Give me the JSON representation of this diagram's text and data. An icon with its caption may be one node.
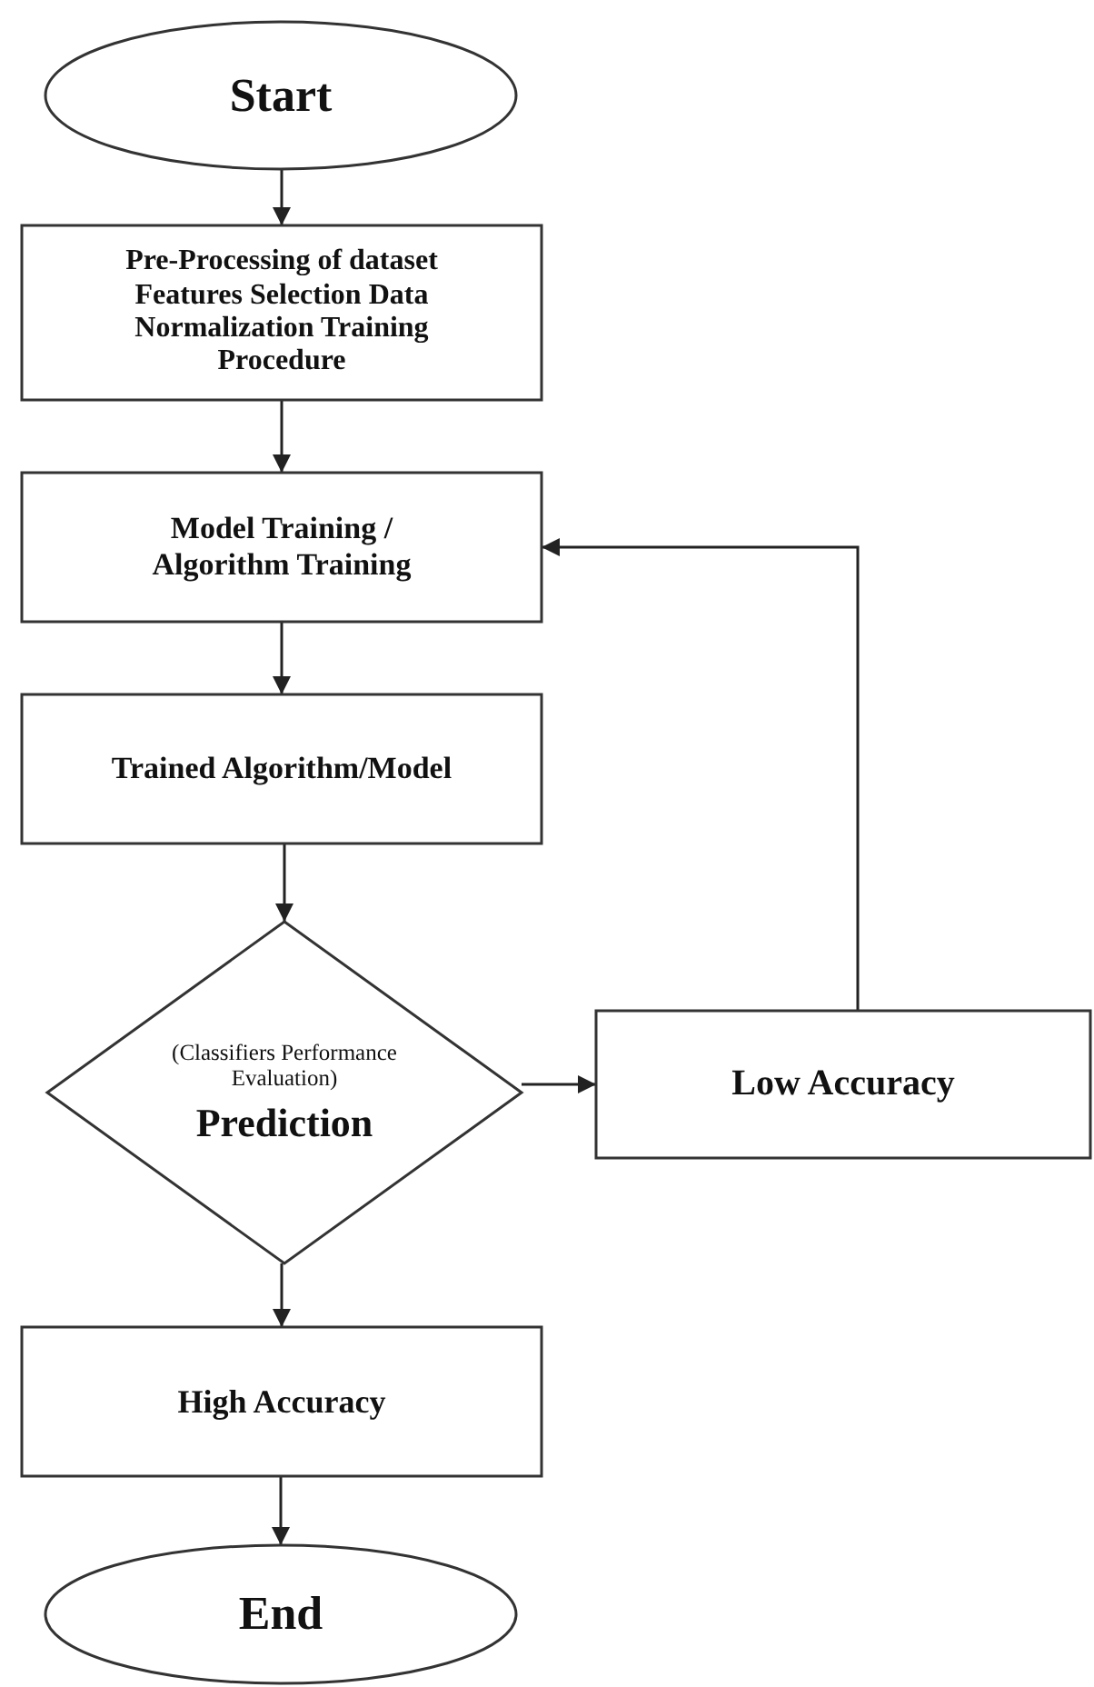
{
  "diagram": {
    "nodes": [
      {
        "text": [
          "Start"
        ]
      },
      {
        "text": [
          "Pre-Processing of dataset Features Selection Data Normalization Training Procedure"
        ]
      },
      {
        "text": [
          "Model Training / Algorithm Training"
        ]
      },
      {
        "text": [
          "Trained Algorithm/Model"
        ]
      },
      {
        "text": [
          "(Classifiers Performance Evaluation)",
          "Prediction"
        ]
      },
      {
        "text": [
          "Low Accuracy"
        ]
      },
      {
        "text": [
          "High Accuracy"
        ]
      },
      {
        "text": [
          "End"
        ]
      }
    ],
    "edges": [
      {
        "from": 0,
        "to": 1,
        "arrow": "to"
      },
      {
        "from": 1,
        "to": 2,
        "arrow": "to"
      },
      {
        "from": 2,
        "to": 3,
        "arrow": "to"
      },
      {
        "from": 3,
        "to": 4,
        "arrow": "to"
      },
      {
        "from": 4,
        "to": 5,
        "arrow": "to"
      },
      {
        "from": 4,
        "to": 6,
        "arrow": "to"
      },
      {
        "from": 6,
        "to": 7,
        "arrow": "to"
      },
      {
        "from": 5,
        "to": 2,
        "arrow": "to"
      }
    ]
  }
}
